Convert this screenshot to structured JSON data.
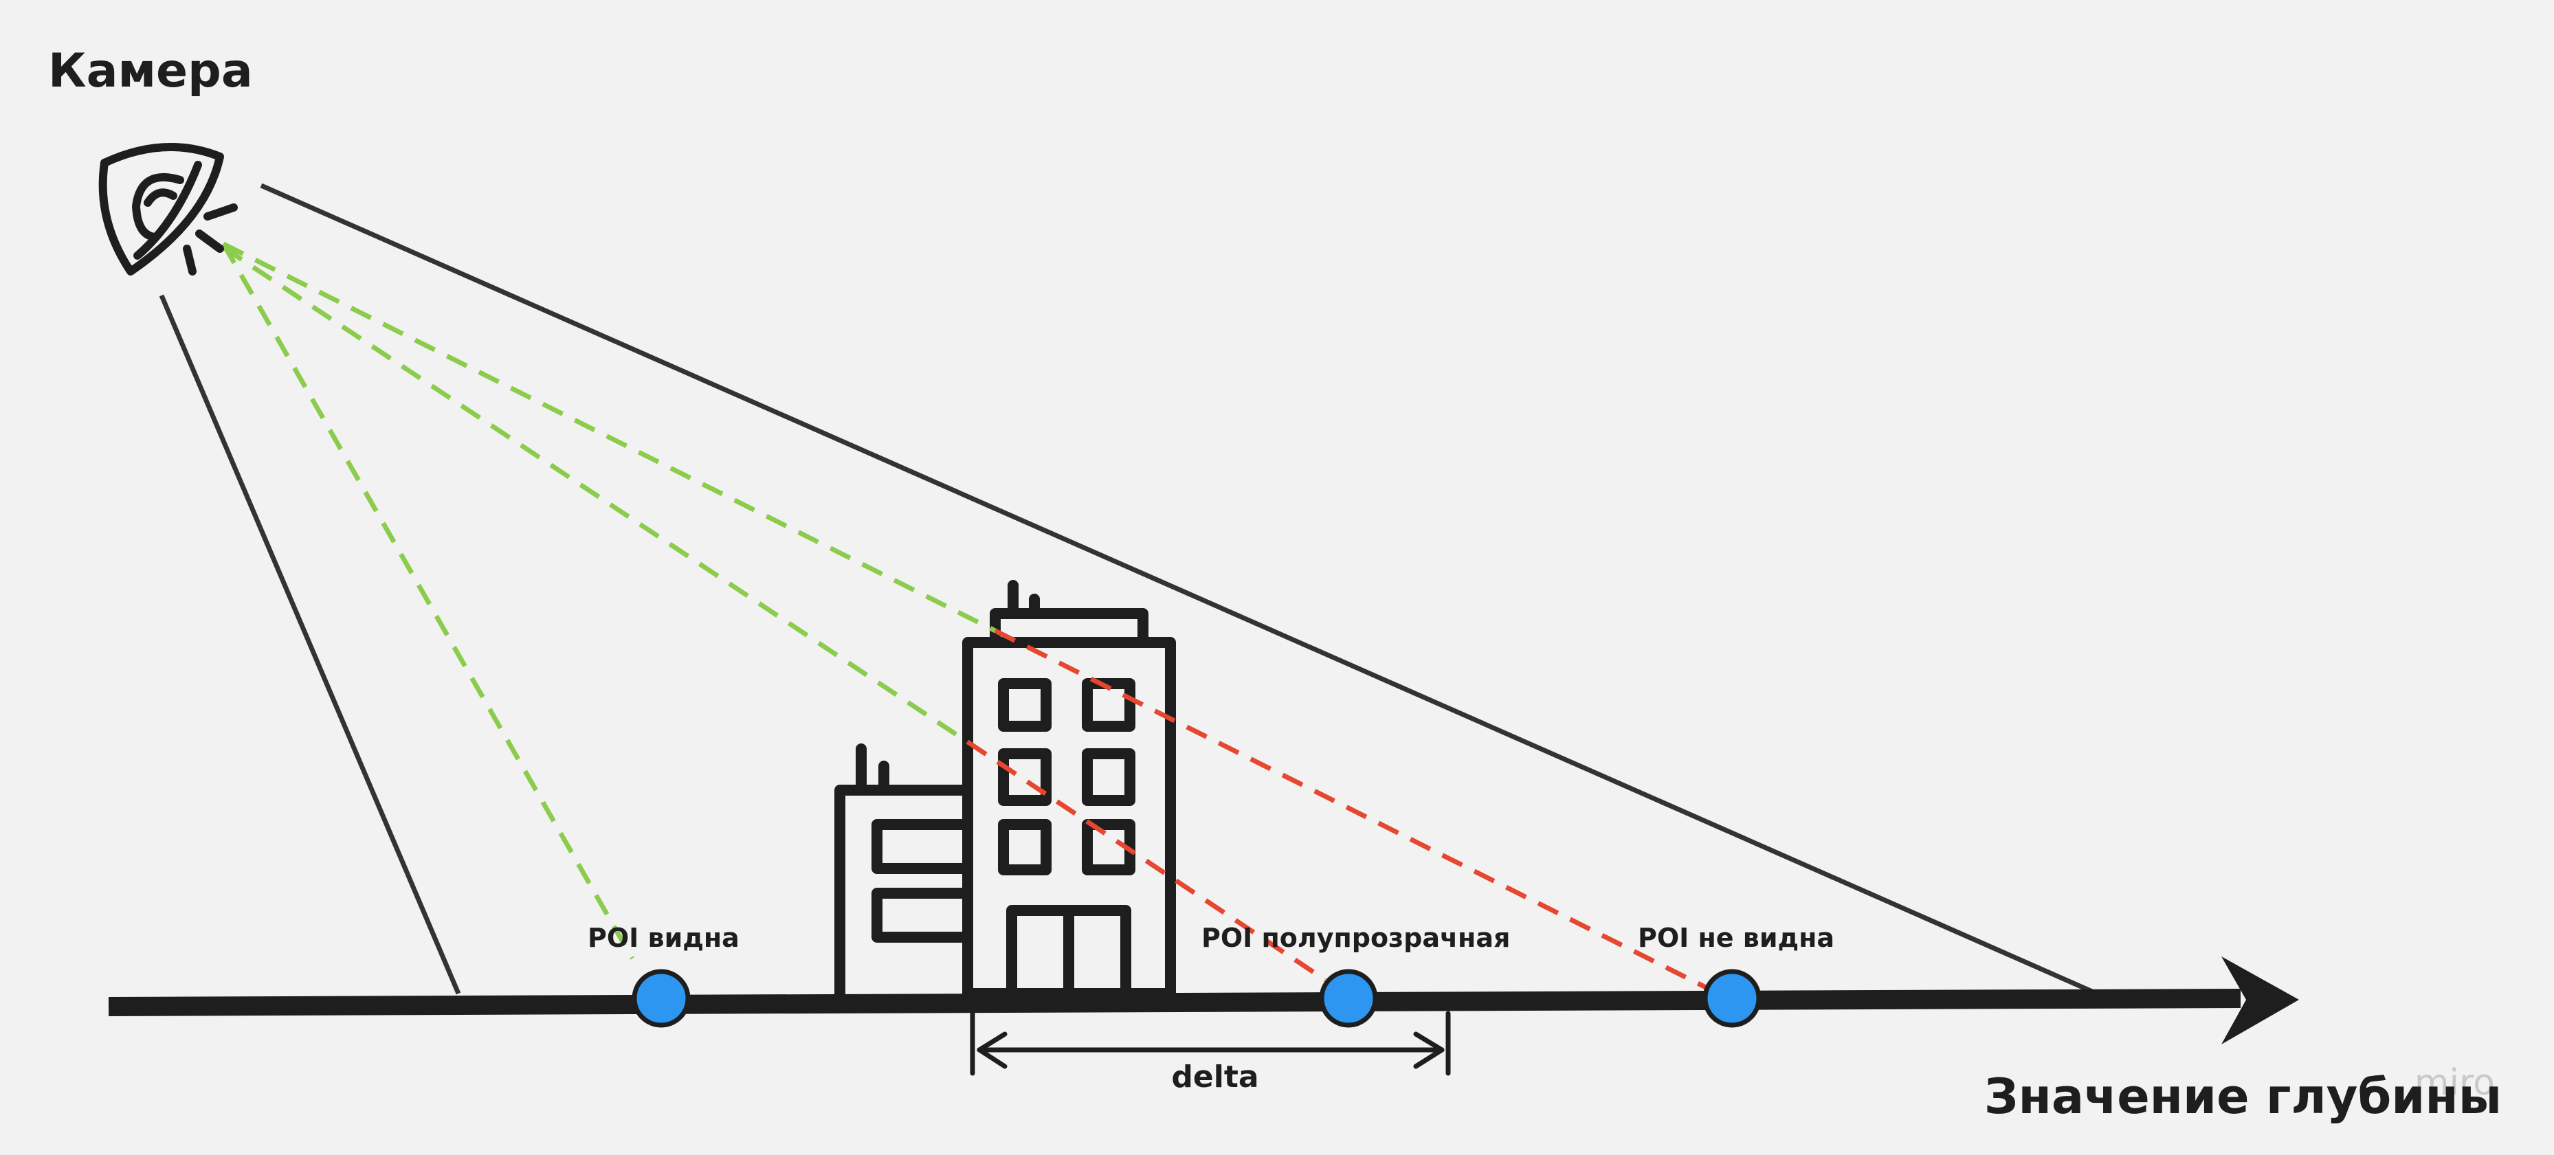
{
  "camera": {
    "label": "Камера",
    "icon": "eye-icon"
  },
  "axis": {
    "label": "Значение глубины"
  },
  "pois": [
    {
      "label": "POI видна",
      "sight_color": "#8ccc4c",
      "status": "visible"
    },
    {
      "label": "POI полупрозрачная",
      "sight_color": "#e5472f",
      "status": "semi-transparent"
    },
    {
      "label": "POI не видна",
      "sight_color": "#e5472f",
      "status": "not-visible"
    }
  ],
  "delta": {
    "label": "delta"
  },
  "building": {
    "icon": "building-icon"
  },
  "colors": {
    "background": "#f2f2f2",
    "ink": "#1e1e1e",
    "poi_fill": "#2d96f0",
    "visible_ray": "#8ccc4c",
    "occluded_ray": "#e5472f",
    "frustum": "#333333"
  },
  "watermark": "miro"
}
